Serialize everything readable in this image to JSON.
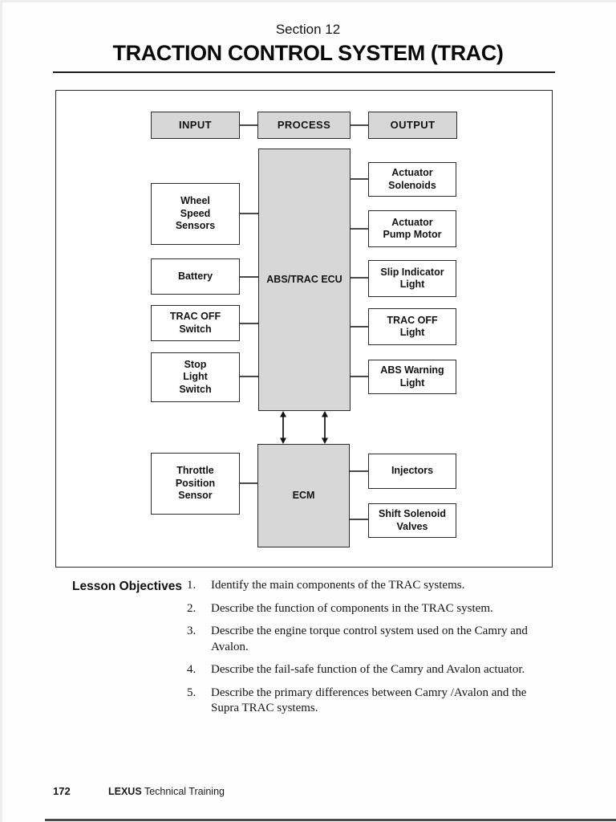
{
  "header": {
    "section": "Section 12",
    "title": "TRACTION CONTROL SYSTEM (TRAC)"
  },
  "diagram": {
    "flow_boxes": [
      {
        "label": "INPUT"
      },
      {
        "label": "PROCESS"
      },
      {
        "label": "OUTPUT"
      }
    ],
    "ecu": {
      "label": "ABS/TRAC ECU"
    },
    "ecm": {
      "label": "ECM"
    },
    "inputs": [
      {
        "label": "Wheel\nSpeed\nSensors"
      },
      {
        "label": "Battery"
      },
      {
        "label": "TRAC OFF\nSwitch"
      },
      {
        "label": "Stop\nLight\nSwitch"
      },
      {
        "label": "Throttle\nPosition\nSensor"
      }
    ],
    "outputs": [
      {
        "label": "Actuator\nSolenoids"
      },
      {
        "label": "Actuator\nPump Motor"
      },
      {
        "label": "Slip Indicator\nLight"
      },
      {
        "label": "TRAC OFF\nLight"
      },
      {
        "label": "ABS Warning\nLight"
      }
    ],
    "ecm_outputs": [
      {
        "label": "Injectors"
      },
      {
        "label": "Shift Solenoid\nValves"
      }
    ],
    "colors": {
      "box_fill_gray": "#d7d7d7",
      "box_border": "#2b2b2b",
      "connector": "#4a4a4a"
    }
  },
  "objectives": {
    "label": "Lesson Objectives",
    "items": [
      {
        "num": "1.",
        "text": "Identify the main components of the TRAC systems."
      },
      {
        "num": "2.",
        "text": "Describe the function of components in the TRAC system."
      },
      {
        "num": "3.",
        "text": "Describe the engine torque control system used on the Camry and\nAvalon."
      },
      {
        "num": "4.",
        "text": "Describe the fail-safe function of the Camry and Avalon actuator."
      },
      {
        "num": "5.",
        "text": "Describe the primary differences between Camry /Avalon and the\nSupra TRAC systems."
      }
    ]
  },
  "footer": {
    "page_number": "172",
    "brand": "LEXUS",
    "brand_suffix": "Technical Training"
  }
}
